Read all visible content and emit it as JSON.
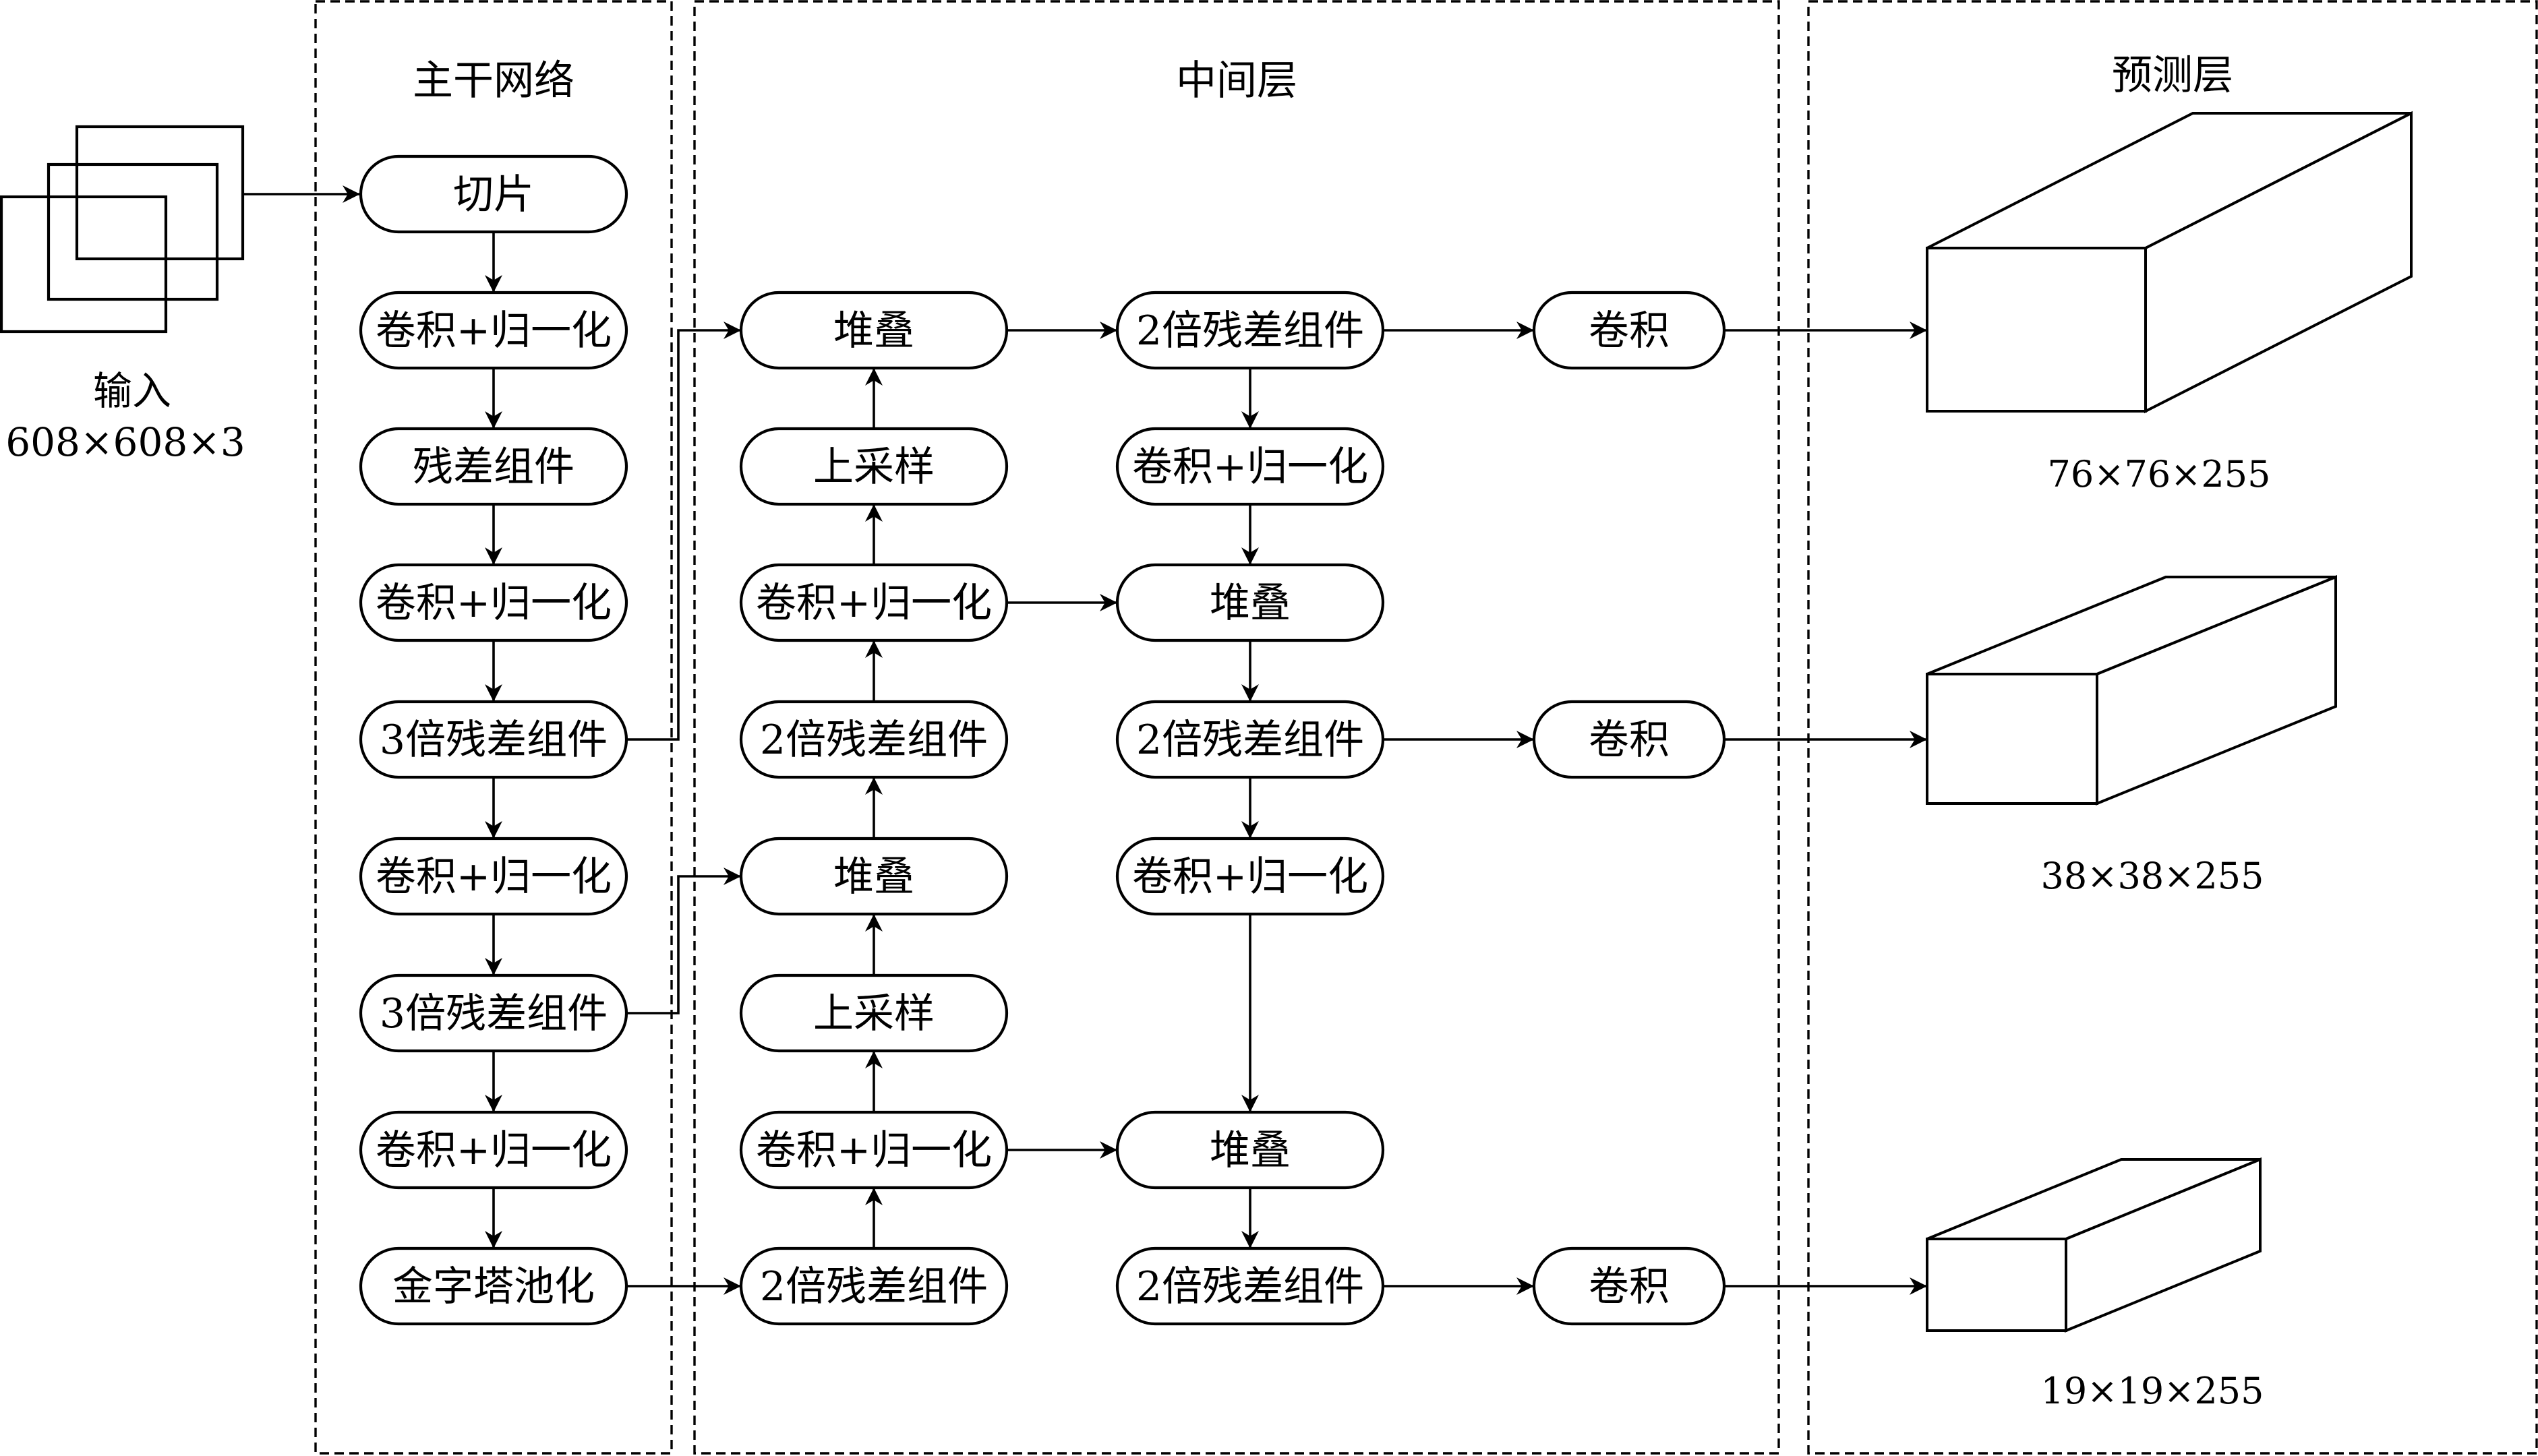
{
  "panels": {
    "backbone": "主干网络",
    "neck": "中间层",
    "prediction": "预测层"
  },
  "input": {
    "label": "输入",
    "size": "608×608×3"
  },
  "backbone_nodes": [
    "切片",
    "卷积+归一化",
    "残差组件",
    "卷积+归一化",
    "3倍残差组件",
    "卷积+归一化",
    "3倍残差组件",
    "卷积+归一化",
    "金字塔池化"
  ],
  "neck_left_nodes": [
    "堆叠",
    "上采样",
    "卷积+归一化",
    "2倍残差组件",
    "堆叠",
    "上采样",
    "卷积+归一化",
    "2倍残差组件"
  ],
  "neck_right_nodes": [
    "2倍残差组件",
    "卷积+归一化",
    "堆叠",
    "2倍残差组件",
    "卷积+归一化",
    "堆叠",
    "2倍残差组件"
  ],
  "conv_nodes": [
    "卷积",
    "卷积",
    "卷积"
  ],
  "outputs": [
    {
      "size": "76×76×255"
    },
    {
      "size": "38×38×255"
    },
    {
      "size": "19×19×255"
    }
  ]
}
